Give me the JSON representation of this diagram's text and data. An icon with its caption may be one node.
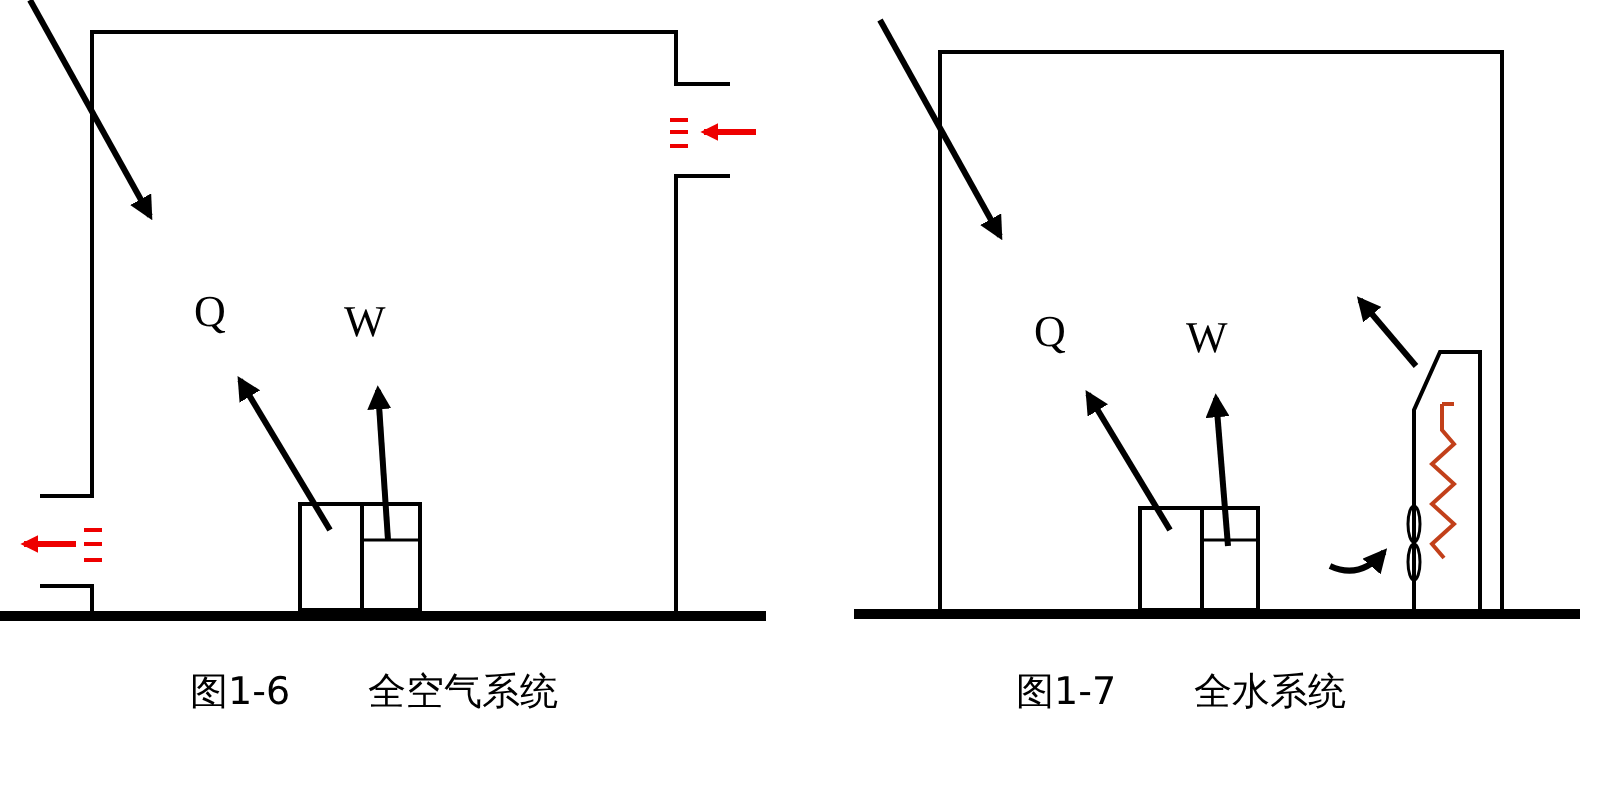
{
  "diagram": {
    "labels": [
      "Q",
      "W",
      "图1-6",
      "全空气系统",
      "Q",
      "W",
      "图1-7",
      "全水系统"
    ]
  }
}
